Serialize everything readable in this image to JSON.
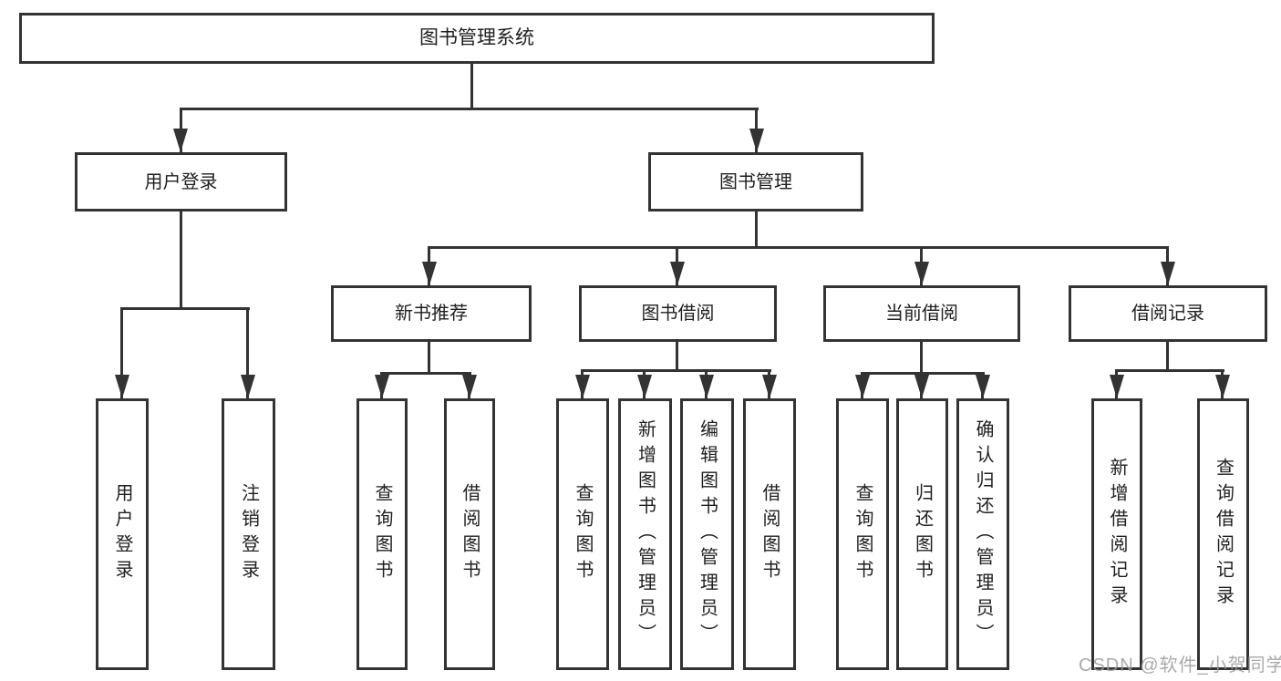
{
  "diagram": {
    "root": {
      "label": "图书管理系统",
      "children": [
        {
          "label": "用户登录",
          "children": [
            {
              "label": "用户登录"
            },
            {
              "label": "注销登录"
            }
          ]
        },
        {
          "label": "图书管理",
          "children": [
            {
              "label": "新书推荐",
              "children": [
                {
                  "label": "查询图书"
                },
                {
                  "label": "借阅图书"
                }
              ]
            },
            {
              "label": "图书借阅",
              "children": [
                {
                  "label": "查询图书"
                },
                {
                  "label": "新增图书（管理员）"
                },
                {
                  "label": "编辑图书（管理员）"
                },
                {
                  "label": "借阅图书"
                }
              ]
            },
            {
              "label": "当前借阅",
              "children": [
                {
                  "label": "查询图书"
                },
                {
                  "label": "归还图书"
                },
                {
                  "label": "确认归还（管理员）"
                }
              ]
            },
            {
              "label": "借阅记录",
              "children": [
                {
                  "label": "新增借阅记录"
                },
                {
                  "label": "查询借阅记录"
                }
              ]
            }
          ]
        }
      ]
    },
    "watermark": "CSDN @软件_小贺同学",
    "colors": {
      "line": "#333333",
      "text": "#1f1f1f",
      "watermark": "#9c9c9c",
      "background": "#ffffff"
    }
  }
}
